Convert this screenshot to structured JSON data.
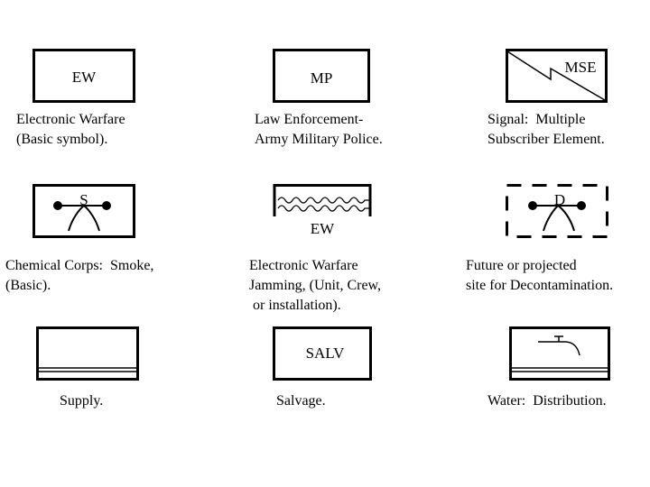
{
  "symbols": [
    {
      "abbr": "EW",
      "caption": [
        "Electronic Warfare",
        "(Basic symbol)."
      ]
    },
    {
      "abbr": "MP",
      "caption": [
        "Law Enforcement-",
        "Army Military Police."
      ]
    },
    {
      "abbr": "MSE",
      "caption": [
        "Signal:  Multiple",
        "Subscriber Element."
      ]
    },
    {
      "abbr": "S",
      "caption": [
        "Chemical Corps:  Smoke,",
        "(Basic)."
      ]
    },
    {
      "abbr": "EW",
      "caption": [
        "Electronic Warfare",
        "Jamming, (Unit, Crew,",
        " or installation)."
      ]
    },
    {
      "abbr": "D",
      "caption": [
        "Future or projected",
        "site for Decontamination."
      ]
    },
    {
      "abbr": "",
      "caption": [
        "Supply."
      ]
    },
    {
      "abbr": "SALV",
      "caption": [
        "Salvage."
      ]
    },
    {
      "abbr": "",
      "caption": [
        "Water:  Distribution."
      ]
    }
  ]
}
